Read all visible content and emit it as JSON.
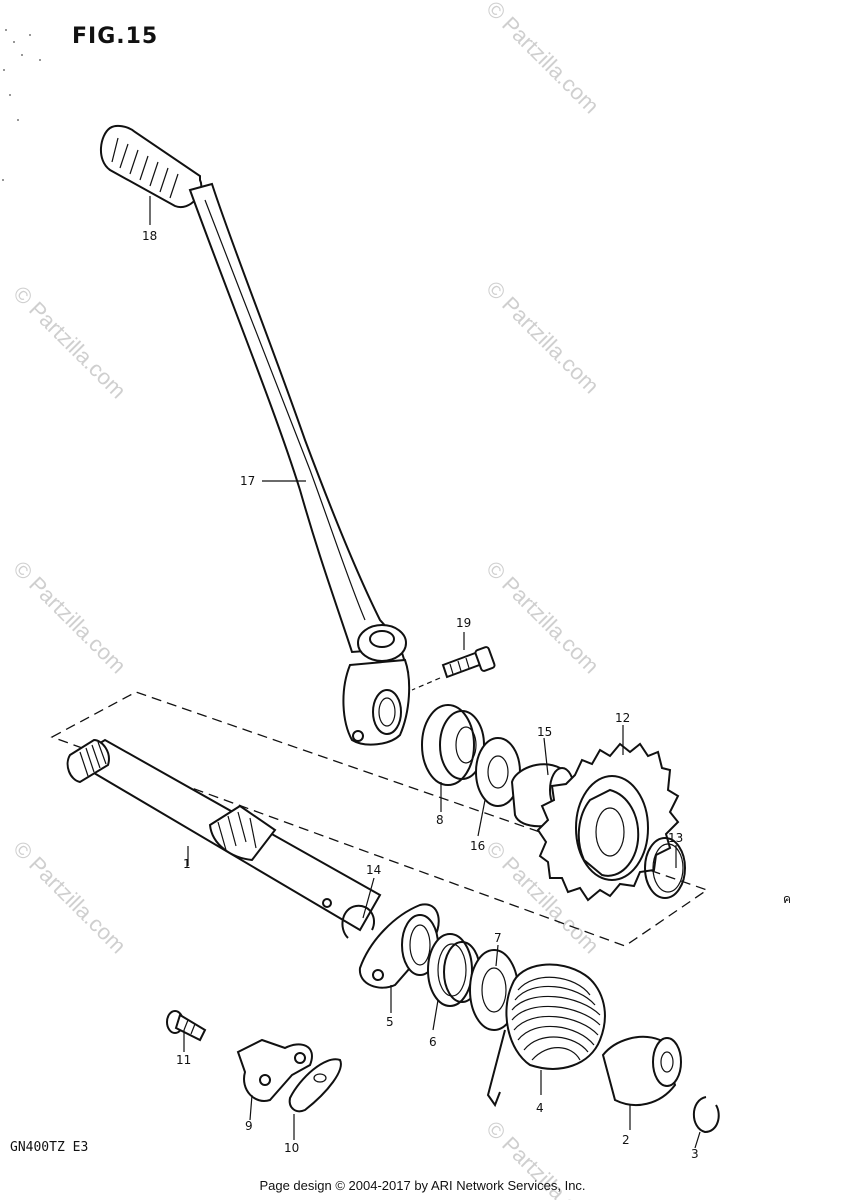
{
  "figure": {
    "title": "FIG.15"
  },
  "model": {
    "code": "GN400TZ  E3"
  },
  "watermark": {
    "text": "© Partzilla.com"
  },
  "footer": {
    "text": "Page design © 2004-2017 by ARI Network Services, Inc."
  },
  "parts": [
    {
      "number": "1"
    },
    {
      "number": "2"
    },
    {
      "number": "3"
    },
    {
      "number": "4"
    },
    {
      "number": "5"
    },
    {
      "number": "6"
    },
    {
      "number": "7"
    },
    {
      "number": "8"
    },
    {
      "number": "9"
    },
    {
      "number": "10"
    },
    {
      "number": "11"
    },
    {
      "number": "12"
    },
    {
      "number": "13"
    },
    {
      "number": "14"
    },
    {
      "number": "15"
    },
    {
      "number": "16"
    },
    {
      "number": "17"
    },
    {
      "number": "18"
    },
    {
      "number": "19"
    }
  ],
  "stray_mark": "ค"
}
